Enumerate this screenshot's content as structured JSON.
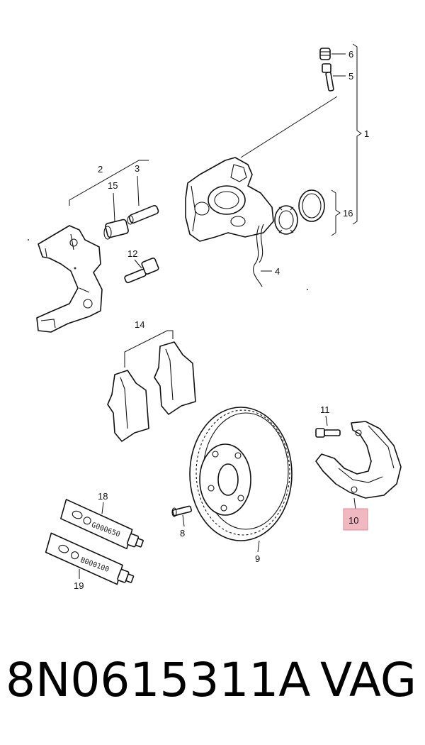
{
  "callouts": {
    "c1": "1",
    "c2": "2",
    "c3": "3",
    "c4": "4",
    "c5": "5",
    "c6": "6",
    "c8": "8",
    "c9": "9",
    "c10": "10",
    "c11": "11",
    "c12": "12",
    "c14": "14",
    "c15": "15",
    "c16": "16",
    "c18": "18",
    "c19": "19"
  },
  "tubes": {
    "upper_code": "G000650",
    "lower_code": "B000100"
  },
  "highlight_color": "#f2b8c2",
  "footer": {
    "part_number": "8N0615311A",
    "brand": "VAG"
  }
}
